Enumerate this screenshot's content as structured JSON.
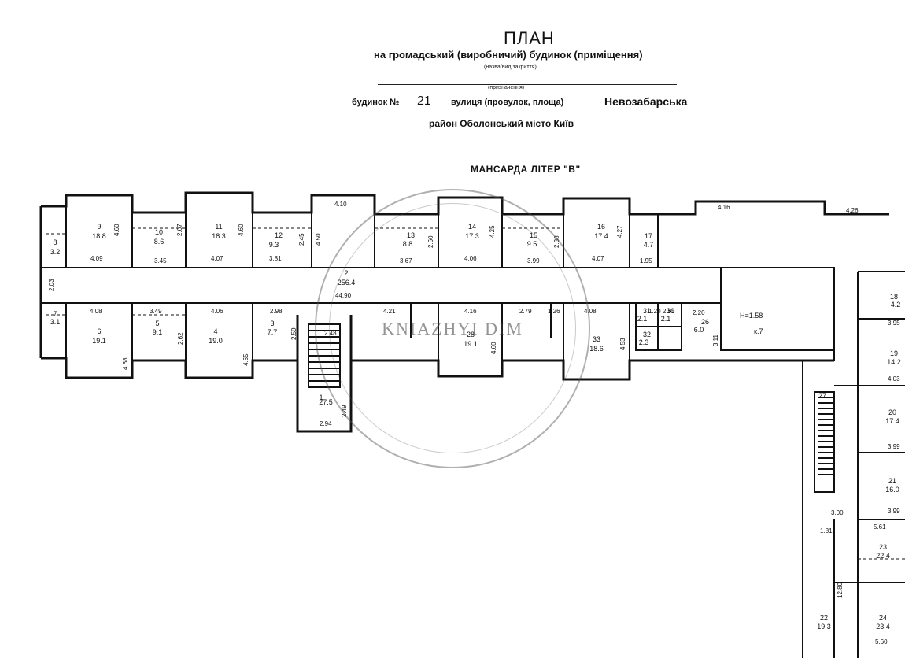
{
  "header": {
    "title": "ПЛАН",
    "subtitle": "на громадський (виробничий) будинок (приміщення)",
    "subtitle_note": "(назва/вид закриття)",
    "purpose_note": "(призначення)",
    "house_label": "будинок №",
    "house_number": "21",
    "street_label": "вулиця (провулок, площа)",
    "street_value": "Невозабарська",
    "district_line": "район Оболонський  місто Київ",
    "floor_title": "МАНСАРДА  ЛІТЕР  \"В\""
  },
  "watermark": {
    "text": "KNIAZHYI DIM"
  },
  "rooms": [
    {
      "num": "8",
      "area": "3.2"
    },
    {
      "num": "9",
      "area": "18.8"
    },
    {
      "num": "10",
      "area": "8.6"
    },
    {
      "num": "11",
      "area": "18.3"
    },
    {
      "num": "12",
      "area": "9.3"
    },
    {
      "num": "13",
      "area": "8.8"
    },
    {
      "num": "14",
      "area": "17.3"
    },
    {
      "num": "15",
      "area": "9.5"
    },
    {
      "num": "16",
      "area": "17.4"
    },
    {
      "num": "17",
      "area": "4.7"
    },
    {
      "num": "2",
      "area": "256.4"
    },
    {
      "num": "7",
      "area": "3.1"
    },
    {
      "num": "6",
      "area": "19.1"
    },
    {
      "num": "5",
      "area": "9.1"
    },
    {
      "num": "4",
      "area": "19.0"
    },
    {
      "num": "3",
      "area": "7.7"
    },
    {
      "num": "1",
      "area": "27.5"
    },
    {
      "num": "28",
      "area": "19.1"
    },
    {
      "num": "33",
      "area": "18.6"
    },
    {
      "num": "31",
      "area": "2.1"
    },
    {
      "num": "30",
      "area": "2.1"
    },
    {
      "num": "32",
      "area": "2.3"
    },
    {
      "num": "26",
      "area": "6.0"
    },
    {
      "num": "18",
      "area": "4.2"
    },
    {
      "num": "19",
      "area": "14.2"
    },
    {
      "num": "20",
      "area": "17.4"
    },
    {
      "num": "21",
      "area": "16.0"
    },
    {
      "num": "23",
      "area": "22.4"
    },
    {
      "num": "24",
      "area": "23.4"
    },
    {
      "num": "22",
      "area": "19.3"
    },
    {
      "num": "27",
      "area": ""
    }
  ],
  "dimensions": {
    "d1": "4.09",
    "d2": "3.45",
    "d3": "4.07",
    "d4": "3.81",
    "d5": "3.67",
    "d6": "4.06",
    "d7": "3.99",
    "d8": "4.07",
    "d9": "1.95",
    "d10": "4.60",
    "d11": "2.67",
    "d12": "4.60",
    "d13": "2.45",
    "d14": "4.50",
    "d15": "2.60",
    "d16": "4.25",
    "d17": "2.38",
    "d18": "4.27",
    "d19": "4.10",
    "d20": "4.16",
    "d21": "4.26",
    "d22": "2.03",
    "d23": "44.90",
    "d24": "4.08",
    "d25": "3.49",
    "d26": "4.06",
    "d27": "2.98",
    "d28": "4.21",
    "d29": "4.16",
    "d30": "2.79",
    "d31": "1.26",
    "d32": "4.08",
    "d33": "2.20",
    "d34": "3.11",
    "d35": "4.68",
    "d36": "2.62",
    "d37": "4.65",
    "d38": "2.59",
    "d39": "4.60",
    "d40": "4.53",
    "d41": "2.48",
    "d42": "2.94",
    "d43": "2.49",
    "d44": "3.95",
    "d45": "4.03",
    "d46": "3.99",
    "d47": "3.99",
    "d48": "3.00",
    "d49": "5.61",
    "d50": "1.81",
    "d51": "12.80",
    "d52": "5.60",
    "d53": "1.20",
    "d54": "2.55"
  },
  "annotations": {
    "height_note": "H=1.58",
    "room_mark": "к.7"
  }
}
